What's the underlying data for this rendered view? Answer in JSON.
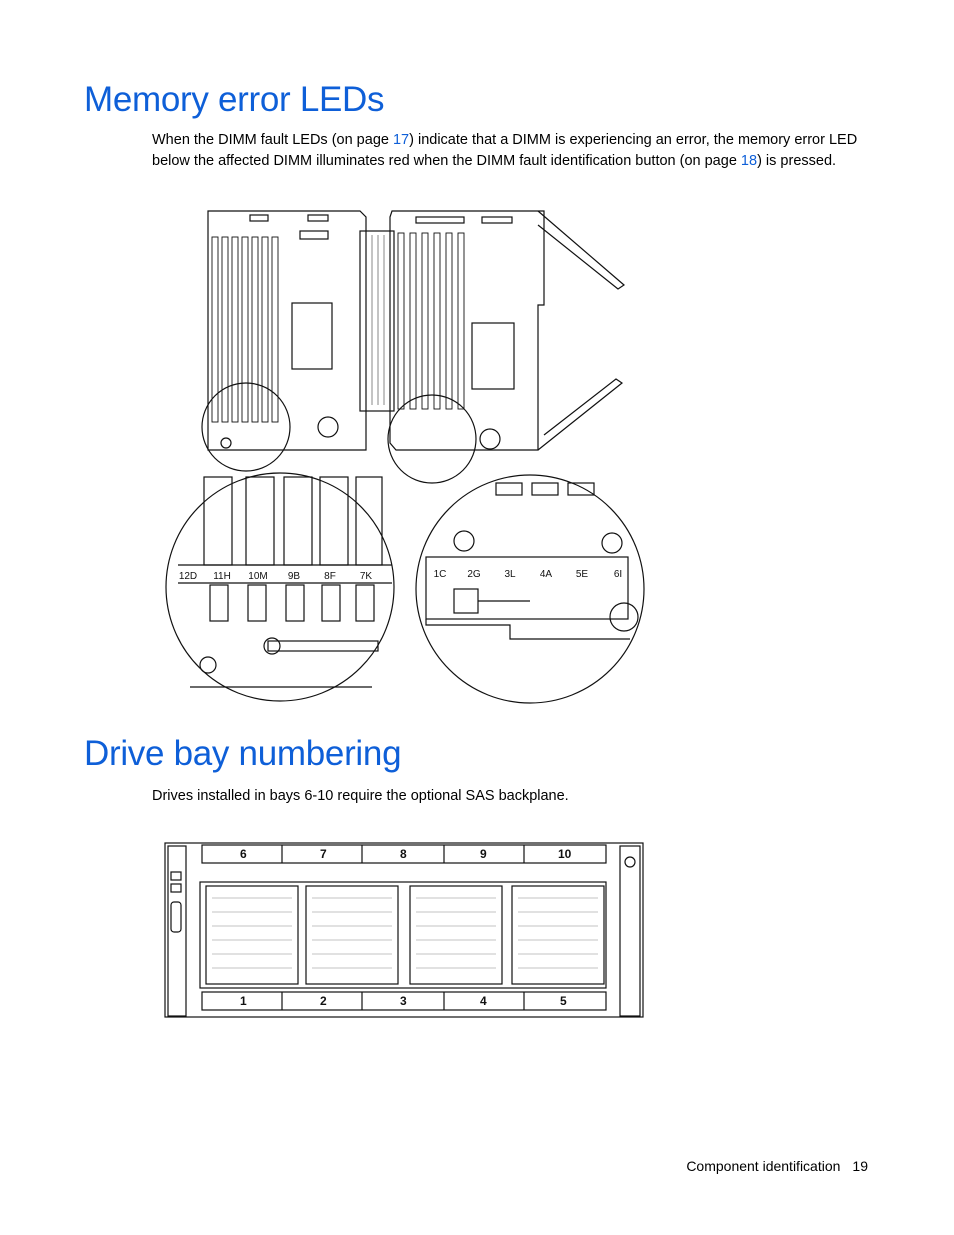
{
  "section1": {
    "title": "Memory error LEDs",
    "para_before_link1": "When the DIMM fault LEDs (on page ",
    "link1": "17",
    "para_between": ") indicate that a DIMM is experiencing an error, the memory error LED below the affected DIMM illuminates red when the DIMM fault identification button (on page ",
    "link2": "18",
    "para_after_link2": ") is pressed.",
    "left_zoom_labels": [
      "12D",
      "11H",
      "10M",
      "9B",
      "8F",
      "7K"
    ],
    "right_zoom_labels": [
      "1C",
      "2G",
      "3L",
      "4A",
      "5E",
      "6I"
    ]
  },
  "section2": {
    "title": "Drive bay numbering",
    "paragraph": "Drives installed in bays 6-10 require the optional SAS backplane.",
    "top_bays": [
      "6",
      "7",
      "8",
      "9",
      "10"
    ],
    "bottom_bays": [
      "1",
      "2",
      "3",
      "4",
      "5"
    ]
  },
  "footer": {
    "section": "Component identification",
    "page": "19"
  },
  "colors": {
    "heading": "#0e5fd8",
    "link": "#0e5fd8"
  }
}
